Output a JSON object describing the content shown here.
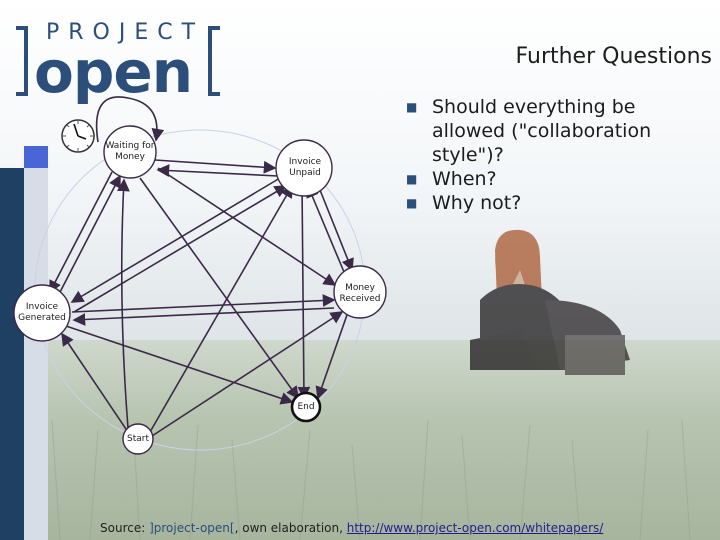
{
  "logo": {
    "project": "PROJECT",
    "open": "open"
  },
  "title": "Further Questions",
  "bullets": [
    "Should everything be allowed (\"collaboration style\")?",
    "When?",
    "Why not?"
  ],
  "nodes": {
    "waiting": "Waiting for Money",
    "unpaid": "Invoice Unpaid",
    "received": "Money Received",
    "generated": "Invoice Generated",
    "end": "End",
    "start": "Start"
  },
  "source": {
    "prefix": "Source: ",
    "brand": "]project-open[",
    "middle": ", own elaboration, ",
    "url": "http://www.project-open.com/whitepapers/"
  },
  "colors": {
    "brand": "#2b4f7a",
    "arrow": "#3a2a48",
    "node_fill": "#ffffff"
  },
  "icons": {
    "timer": "clock-icon",
    "bullet": "square-bullet-icon"
  }
}
